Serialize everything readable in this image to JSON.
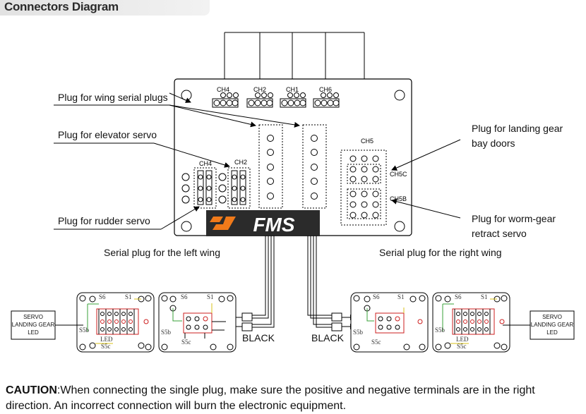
{
  "title": "Connectors Diagram",
  "board": {
    "top_channels": [
      "CH4",
      "CH2",
      "CH1",
      "CH6"
    ],
    "ch5_label": "CH5",
    "ch4_small": "CH4",
    "ch2_small": "CH2",
    "ch5c_label": "CH5C",
    "ch5b_label": "CH5B",
    "logo_text": "FMS"
  },
  "labels": {
    "wing_serial": "Plug for wing serial plugs",
    "elevator": "Plug for elevator servo",
    "rudder": "Plug for rudder servo",
    "landing_gear_doors_1": "Plug for landing gear",
    "landing_gear_doors_2": "bay doors",
    "worm_gear_1": "Plug for worm-gear",
    "worm_gear_2": "retract servo",
    "left_wing": "Serial plug for the left wing",
    "right_wing": "Serial plug for the right wing",
    "black_left": "BLACK",
    "black_right": "BLACK"
  },
  "wing_boards": {
    "s6": "S6",
    "s1": "S1",
    "s5b": "S5b",
    "s5c": "S5c",
    "led": "LED"
  },
  "side_boxes": {
    "left": [
      "SERVO",
      "LANDING GEAR",
      "LED"
    ],
    "right": [
      "SERVO",
      "LANDING GEAR",
      "LED"
    ]
  },
  "caution": {
    "bold": "CAUTION",
    "line1": ":When connecting the single plug, make sure the positive and negative terminals are in the right",
    "line2": "direction. An incorrect connection will burn the electronic equipment."
  },
  "colors": {
    "logo_bg": "#2b2b2b",
    "logo_accent": "#f07a1a",
    "wire_red": "#cc1f1f",
    "wire_green": "#3aa03a",
    "wire_yellow": "#d8c21a"
  }
}
